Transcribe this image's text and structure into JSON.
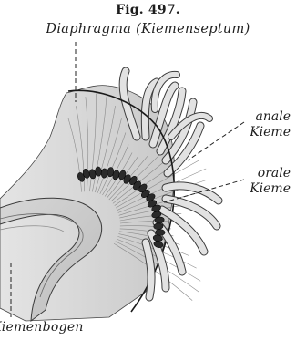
{
  "figure": {
    "number": "Fig. 497.",
    "title": "Diaphragma (Kiemenseptum)"
  },
  "labels": {
    "anale_line1": "anale",
    "anale_line2": "Kieme",
    "orale_line1": "orale",
    "orale_line2": "Kieme",
    "bogen": "Kiemenbogen"
  },
  "colors": {
    "ink": "#1e1e1e",
    "septum": "#dcdcdc",
    "arch": "#cfcfcf",
    "filament": "#d9d9d9"
  }
}
